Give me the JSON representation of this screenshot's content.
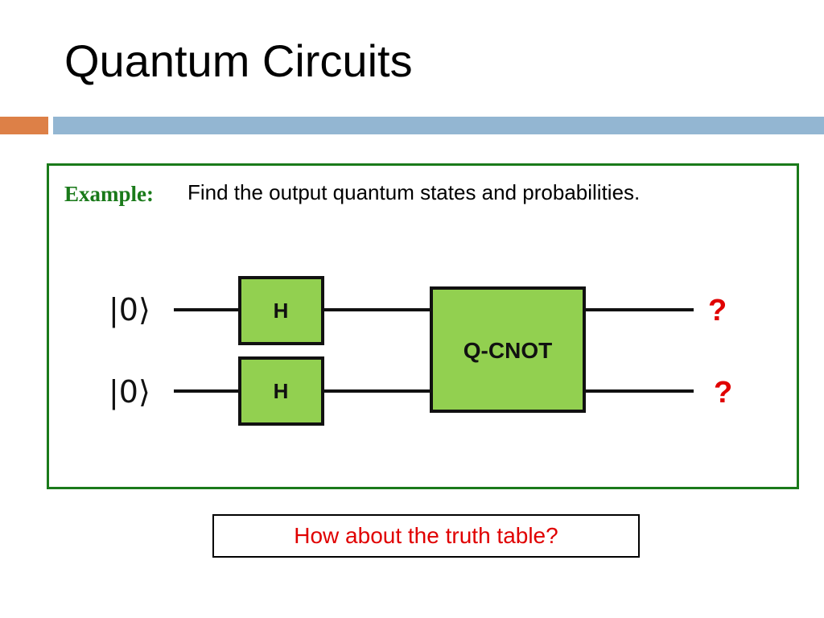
{
  "slide": {
    "title": "Quantum Circuits"
  },
  "example": {
    "label": "Example:",
    "prompt": "Find the output quantum states and probabilities."
  },
  "circuit": {
    "inputs": [
      "|0⟩",
      "|0⟩"
    ],
    "gate_top": "H",
    "gate_bottom": "H",
    "two_qubit_gate": "Q-CNOT",
    "outputs": [
      "?",
      "?"
    ],
    "gate_fill": "#92d050",
    "output_color": "#e00000"
  },
  "footer": {
    "question": "How about the truth table?"
  },
  "colors": {
    "accent_orange": "#dd8047",
    "accent_blue": "#93b6d2",
    "frame_green": "#1a7a1a"
  }
}
